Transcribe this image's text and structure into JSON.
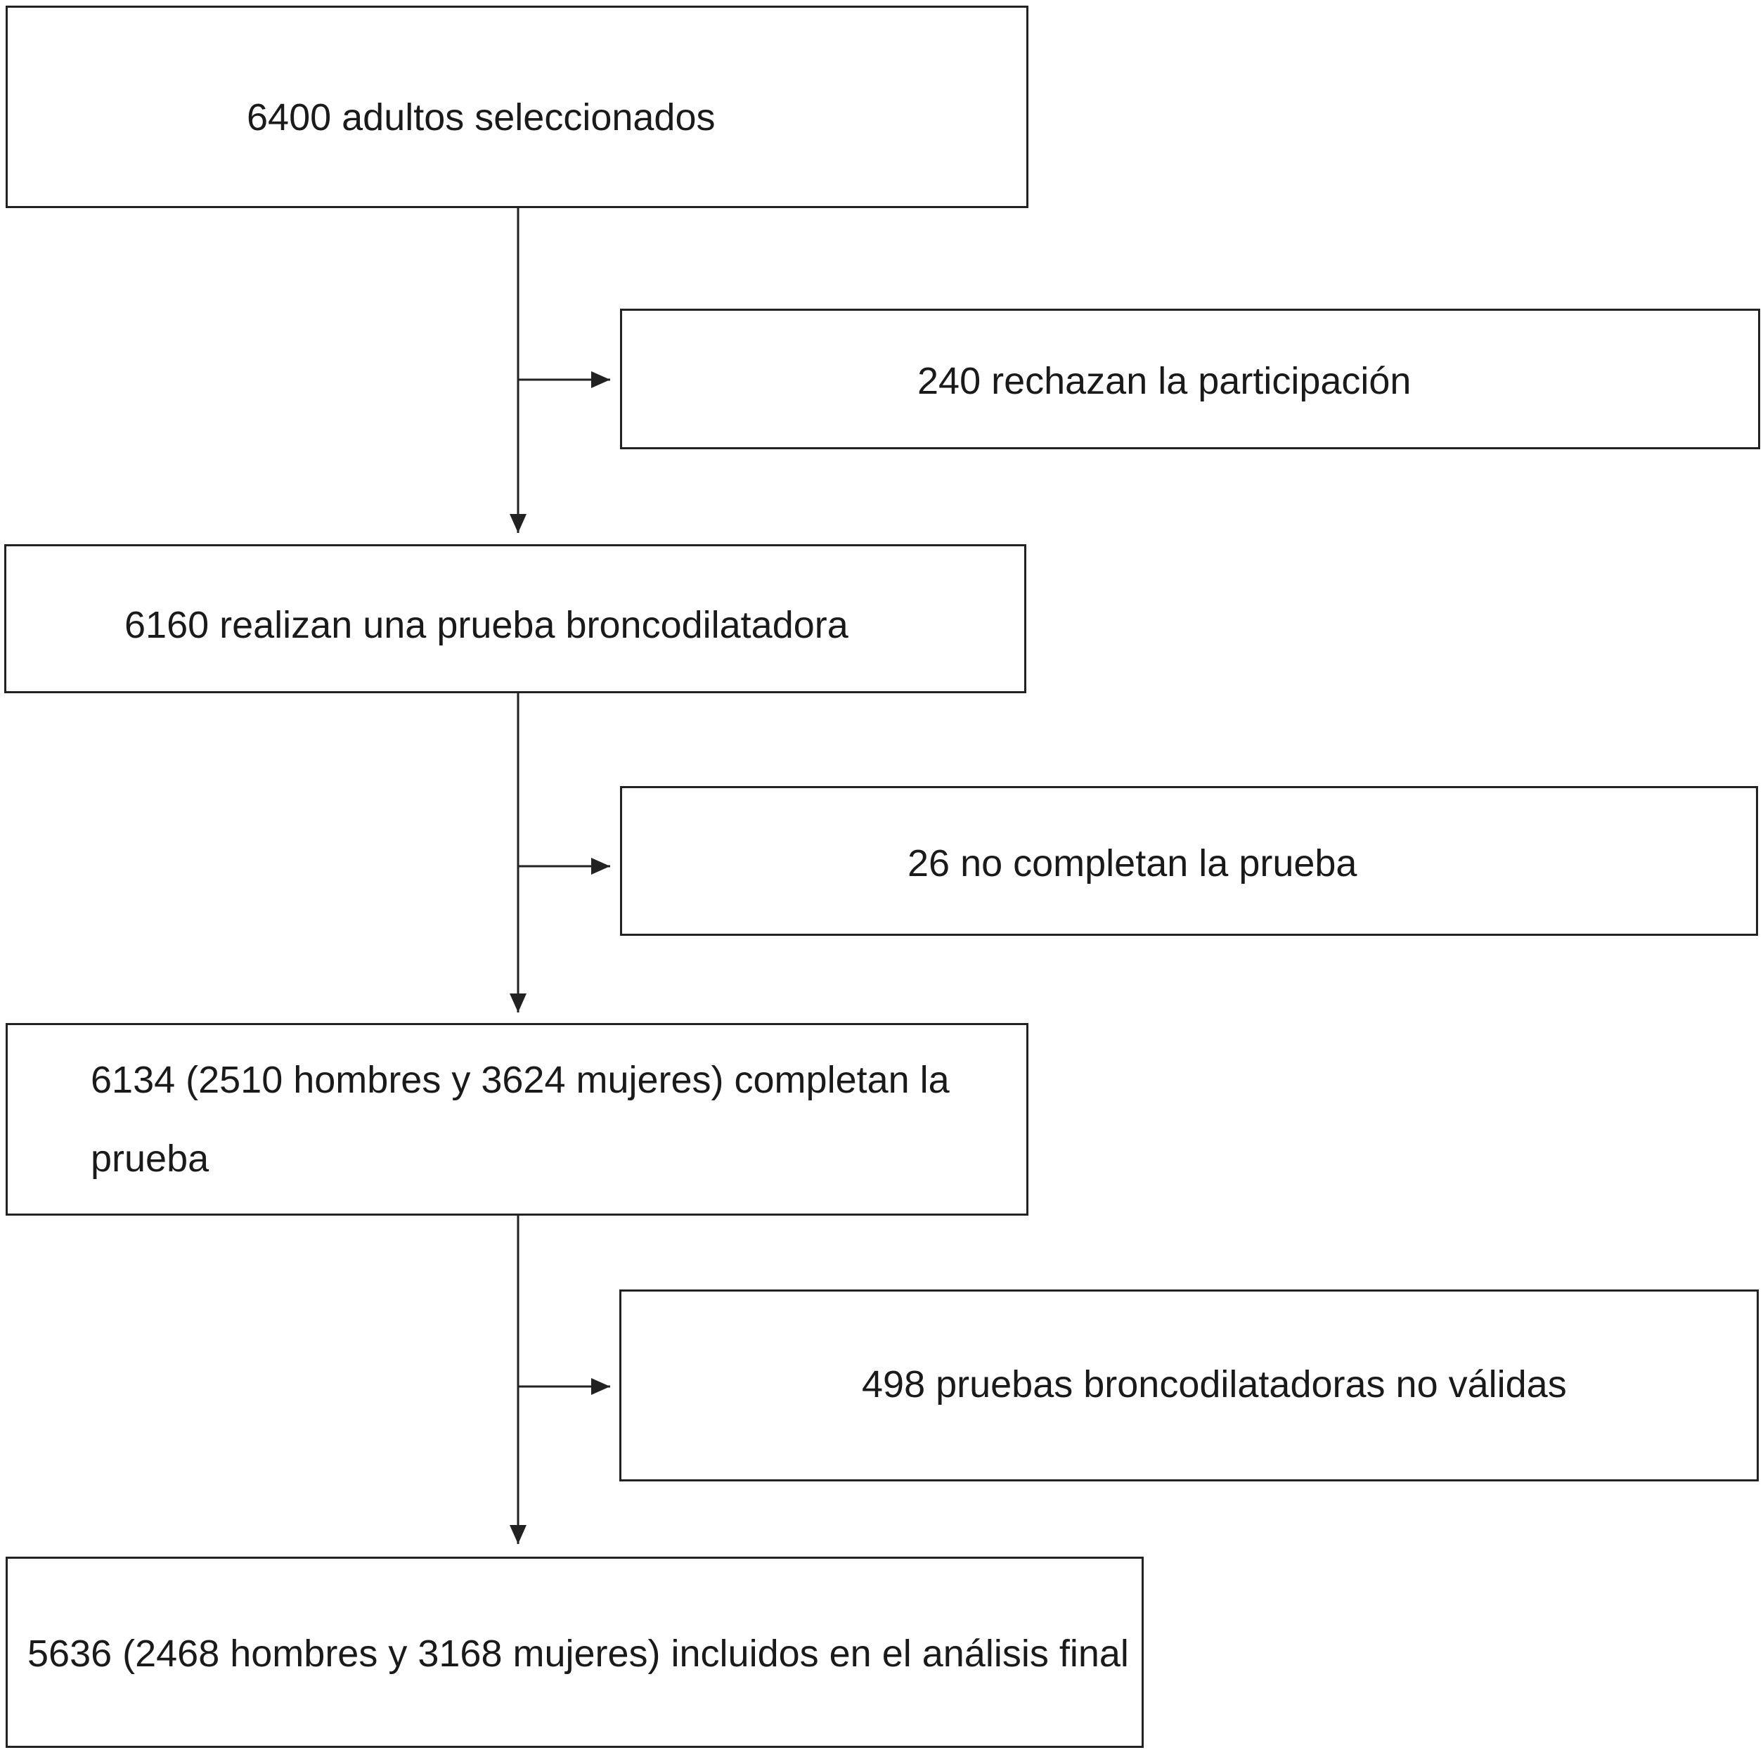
{
  "flowchart": {
    "selected": "6400  adultos seleccionados",
    "refused": "240 rechazan la participación",
    "test": "6160 realizan una prueba broncodilatadora",
    "incomplete": "26 no completan la prueba",
    "completed": "6134 (2510 hombres y 3624 mujeres) completan la prueba",
    "invalid": "498 pruebas broncodilatadoras no válidas",
    "final": "5636 (2468 hombres y 3168 mujeres) incluidos en el análisis final"
  },
  "colors": {
    "line": "#222222",
    "text": "#1a1a1a",
    "background": "#ffffff"
  }
}
